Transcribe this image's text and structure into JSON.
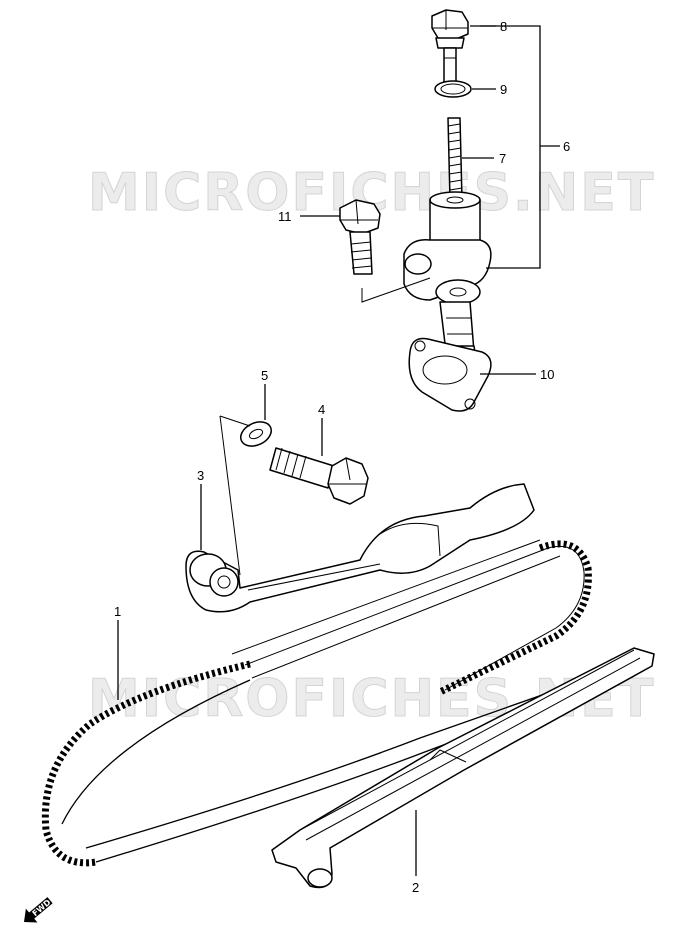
{
  "watermark": "MICROFICHES.NET",
  "direction_badge": "FWD",
  "callouts": [
    {
      "id": "1",
      "label": "1"
    },
    {
      "id": "2",
      "label": "2"
    },
    {
      "id": "3",
      "label": "3"
    },
    {
      "id": "4",
      "label": "4"
    },
    {
      "id": "5",
      "label": "5"
    },
    {
      "id": "6",
      "label": "6"
    },
    {
      "id": "7",
      "label": "7"
    },
    {
      "id": "8",
      "label": "8"
    },
    {
      "id": "9",
      "label": "9"
    },
    {
      "id": "10",
      "label": "10"
    },
    {
      "id": "11",
      "label": "11"
    }
  ]
}
